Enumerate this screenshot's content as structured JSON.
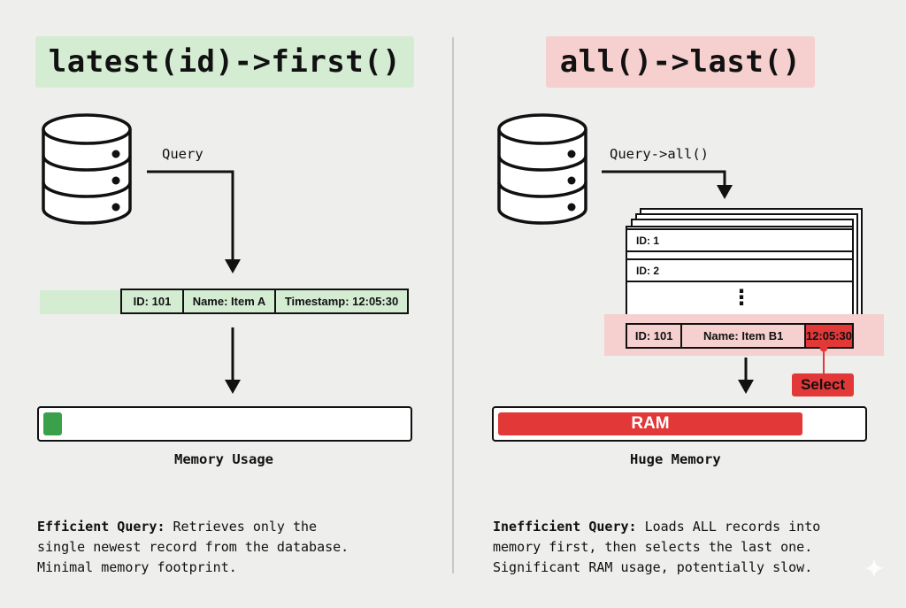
{
  "left": {
    "title": "latest(id)->first()",
    "query_label": "Query",
    "record": {
      "id": "ID: 101",
      "name": "Name: Item A",
      "timestamp": "Timestamp: 12:05:30"
    },
    "memory_label": "Memory Usage",
    "memory_fill_fraction": 0.05,
    "desc_bold": "Efficient Query:",
    "desc_lines": [
      " Retrieves only the",
      "single newest record from the database.",
      "Minimal memory footprint."
    ]
  },
  "right": {
    "title": "all()->last()",
    "query_label": "Query->all()",
    "stack_rows": [
      "ID: 1",
      "ID: 2"
    ],
    "ellipsis": "⋮",
    "record": {
      "id": "ID: 101",
      "name": "Name: Item B1",
      "timestamp": "12:05:30"
    },
    "select_label": "Select",
    "ram_label": "RAM",
    "memory_label": "Huge Memory",
    "memory_fill_fraction": 0.84,
    "desc_bold": "Inefficient Query:",
    "desc_lines": [
      " Loads ALL records into",
      "memory first, then selects the last one.",
      "Significant RAM usage, potentially slow."
    ]
  },
  "colors": {
    "good_bg": "#d4ecd2",
    "good_fill": "#3aa04a",
    "bad_bg": "#f6cfcf",
    "bad_fill": "#e23838",
    "background": "#eeeeec"
  }
}
